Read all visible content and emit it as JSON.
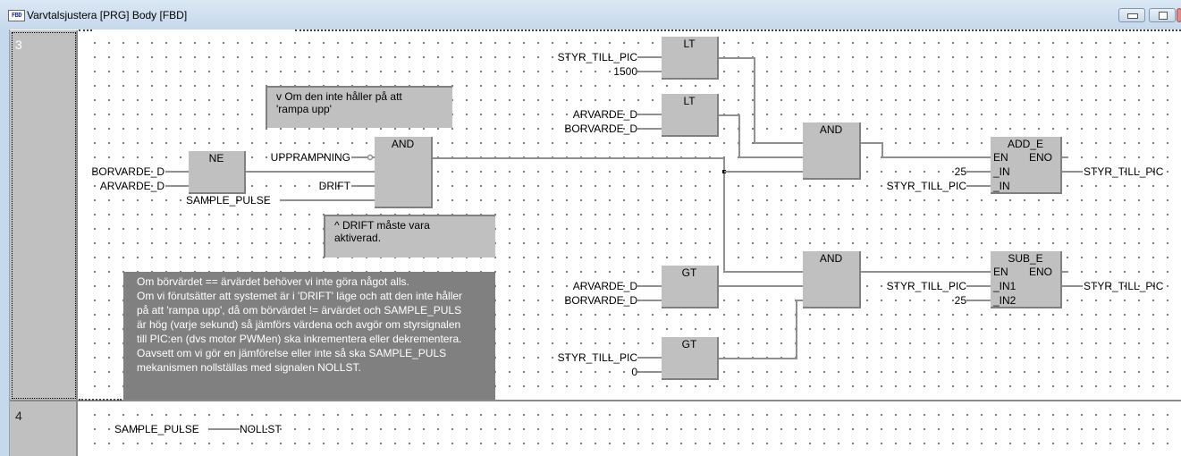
{
  "window": {
    "title": "Varvtalsjustera [PRG] Body [FBD]",
    "icon": "fbd-icon",
    "icon_text": "FBD",
    "controls": [
      "minimize",
      "restore",
      "close"
    ]
  },
  "networks": [
    {
      "number": "3",
      "comments": [
        {
          "id": "c1",
          "text": "v Om den inte håller på att\n'rampa upp'"
        },
        {
          "id": "c2",
          "text": "^  DRIFT måste vara\naktiverad."
        },
        {
          "id": "c3",
          "lines": [
            "Om börvärdet == ärvärdet behöver vi inte göra något alls.",
            "Om vi förutsätter att systemet är i 'DRIFT' läge och att den inte håller",
            "på att 'rampa upp', då om börvärdet != ärvärdet och SAMPLE_PULS",
            "är hög (varje sekund) så jämförs värdena och avgör om styrsignalen",
            "till PIC:en (dvs motor PWMen) ska inkrementera eller dekrementera.",
            "Oavsett om vi gör en jämförelse eller inte så ska SAMPLE_PULS",
            "mekanismen nollställas med signalen NOLLST."
          ]
        }
      ],
      "blocks": {
        "ne": {
          "type": "NE",
          "inputs": [
            "BORVARDE_D",
            "ARVARDE_D"
          ]
        },
        "and1": {
          "type": "AND",
          "inputs": [
            "UPPRAMPNING",
            "",
            "DRIFT",
            "SAMPLE_PULSE"
          ],
          "negated_input": "UPPRAMPNING"
        },
        "lt1": {
          "type": "LT",
          "inputs": [
            "STYR_TILL_PIC",
            "1500"
          ]
        },
        "lt2": {
          "type": "LT",
          "inputs": [
            "ARVARDE_D",
            "BORVARDE_D"
          ]
        },
        "and2": {
          "type": "AND"
        },
        "add_e": {
          "type": "ADD_E",
          "pins_in": [
            "EN",
            "_IN",
            "_IN"
          ],
          "pins_out": [
            "ENO"
          ],
          "inputs": [
            "",
            "25",
            "STYR_TILL_PIC"
          ],
          "output": "STYR_TILL_PIC"
        },
        "gt1": {
          "type": "GT",
          "inputs": [
            "ARVARDE_D",
            "BORVARDE_D"
          ]
        },
        "gt2": {
          "type": "GT",
          "inputs": [
            "STYR_TILL_PIC",
            "0"
          ]
        },
        "and3": {
          "type": "AND"
        },
        "sub_e": {
          "type": "SUB_E",
          "pins_in": [
            "EN",
            "_IN1",
            "_IN2"
          ],
          "pins_out": [
            "ENO"
          ],
          "inputs": [
            "",
            "STYR_TILL_PIC",
            "25"
          ],
          "output": "STYR_TILL_PIC"
        }
      }
    },
    {
      "number": "4",
      "assignment": {
        "input": "SAMPLE_PULSE",
        "output": "NOLLST"
      }
    }
  ]
}
